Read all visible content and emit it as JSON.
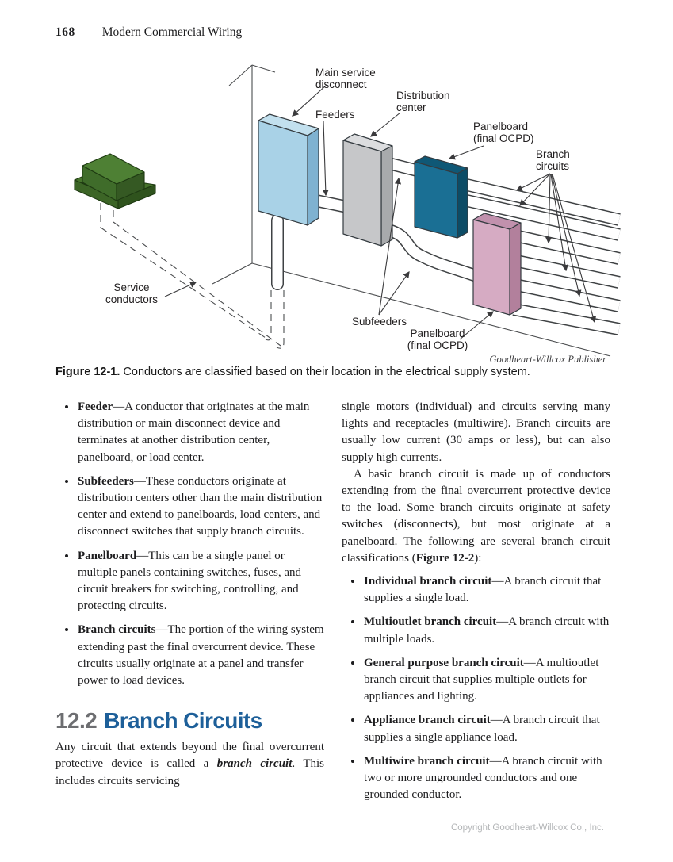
{
  "page": {
    "number": "168",
    "running_title": "Modern Commercial Wiring",
    "footer": "Copyright Goodheart-Willcox Co., Inc."
  },
  "figure": {
    "caption_label": "Figure 12-1.",
    "caption_text": " Conductors are classified based on their location in the electrical supply system.",
    "credit": "Goodheart-Willcox Publisher",
    "labels": {
      "main_service_disconnect": [
        "Main service",
        "disconnect"
      ],
      "feeders": "Feeders",
      "distribution_center": [
        "Distribution",
        "center"
      ],
      "panelboard_top": [
        "Panelboard",
        "(final OCPD)"
      ],
      "branch_circuits": [
        "Branch",
        "circuits"
      ],
      "service_conductors": [
        "Service",
        "conductors"
      ],
      "subfeeders": "Subfeeders",
      "panelboard_bottom": [
        "Panelboard",
        "(final OCPD)"
      ]
    },
    "colors": {
      "main_service_disconnect_front": "#a9d2e7",
      "distribution_center_front": "#c6c7c9",
      "panelboard_teal_front": "#1a6f94",
      "panelboard_pink_front": "#d6abc3",
      "transformer_green_top": "#4e8034",
      "outline": "#3a3d3f"
    }
  },
  "section_heading": {
    "number": "12.2",
    "title": "Branch Circuits",
    "number_color": "#6d6e71",
    "title_color": "#1d5f99"
  },
  "left_column": {
    "bullets": [
      {
        "term": "Feeder",
        "rest": "—A conductor that originates at the main distribution or main disconnect device and terminates at another distribution center, panelboard, or load center."
      },
      {
        "term": "Subfeeders",
        "rest": "—These conductors originate at distribution centers other than the main distribution center and extend to panelboards, load centers, and disconnect switches that supply branch circuits."
      },
      {
        "term": "Panelboard",
        "rest": "—This can be a single panel or multiple panels containing switches, fuses, and circuit breakers for switching, controlling, and protecting circuits."
      },
      {
        "term": "Branch circuits",
        "rest": "—The portion of the wiring system extending past the final overcurrent device. These circuits usually originate at a panel and transfer power to load devices."
      }
    ],
    "intro_before": "Any circuit that extends beyond the final overcurrent protective device is called a ",
    "intro_em": "branch circuit",
    "intro_after": ". This includes circuits servicing"
  },
  "right_column": {
    "para1": "single motors (individual) and circuits serving many lights and receptacles (multiwire). Branch circuits are usually low current (30 amps or less), but can also supply high currents.",
    "para2_before": "A basic branch circuit is made up of conductors extending from the final overcurrent protective device to the load. Some branch circuits originate at safety switches (disconnects), but most originate at a panelboard. The following are several branch circuit classifications (",
    "para2_figref": "Figure 12-2",
    "para2_after": "):",
    "bullets": [
      {
        "term": "Individual branch circuit",
        "rest": "—A branch circuit that supplies a single load."
      },
      {
        "term": "Multioutlet branch circuit",
        "rest": "—A branch circuit with multiple loads."
      },
      {
        "term": "General purpose branch circuit",
        "rest": "—A multioutlet branch circuit that supplies multiple outlets for appliances and lighting."
      },
      {
        "term": "Appliance branch circuit",
        "rest": "—A branch circuit that supplies a single appliance load."
      },
      {
        "term": "Multiwire branch circuit",
        "rest": "—A branch circuit with two or more ungrounded conductors and one grounded conductor."
      }
    ]
  }
}
